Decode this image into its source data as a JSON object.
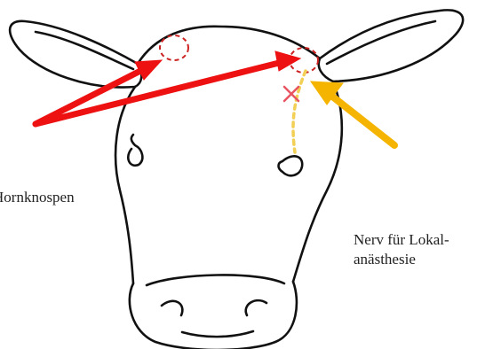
{
  "labels": {
    "horn_buds": "Hornknospen",
    "nerve_line1": "Nerv für Lokal-",
    "nerve_line2": "anästhesie"
  },
  "colors": {
    "outline": "#111111",
    "horn_arrows": "#ee1111",
    "bud_circles": "#cc2222",
    "nerve_arrow": "#f5b400",
    "nerve_line": "#f2cf55",
    "cross_mark": "#e85560"
  }
}
